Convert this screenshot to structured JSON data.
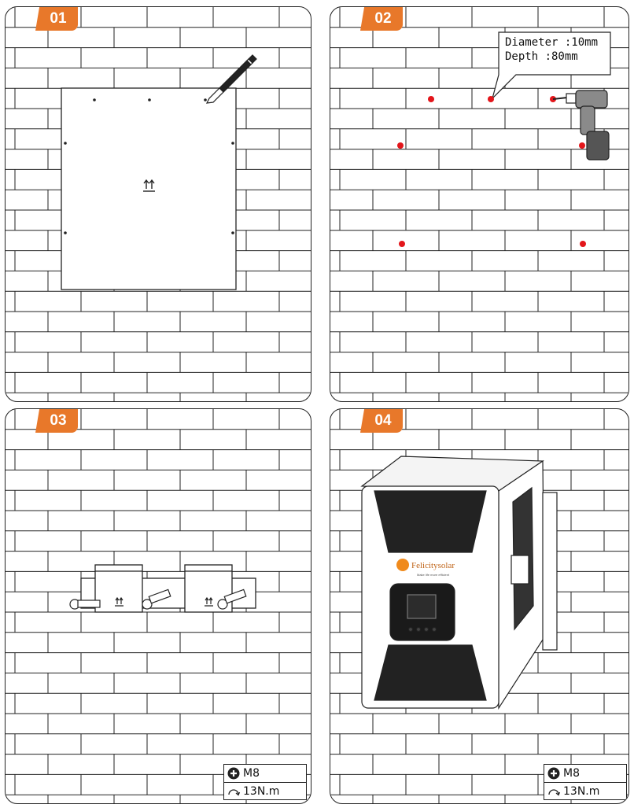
{
  "steps": [
    {
      "label": "01"
    },
    {
      "label": "02",
      "callout_diameter": "Diameter :10mm",
      "callout_depth": "Depth :80mm"
    },
    {
      "label": "03",
      "spec_bolt": "M8",
      "spec_torque": "13N.m"
    },
    {
      "label": "04",
      "spec_bolt": "M8",
      "spec_torque": "13N.m",
      "brand": "Felicitysolar",
      "tagline": "Make life more efficient"
    }
  ],
  "icons": {
    "bolt": "plus-circle-icon",
    "torque": "rotate-arrow-icon",
    "this_side_up": "this-side-up-arrows-icon"
  },
  "colors": {
    "badge": "#e8782a",
    "drill_point": "#e3161b",
    "line": "#222222",
    "brand_orange": "#f08a1c"
  }
}
